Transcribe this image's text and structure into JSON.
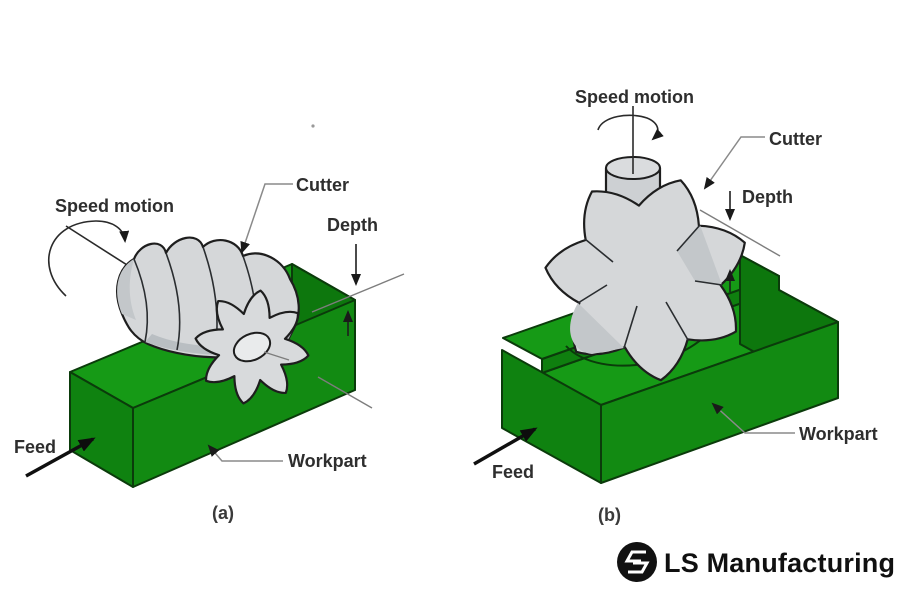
{
  "figure": {
    "panel_a": {
      "caption": "(a)",
      "labels": {
        "speed_motion": "Speed motion",
        "cutter": "Cutter",
        "depth": "Depth",
        "feed": "Feed",
        "workpart": "Workpart"
      }
    },
    "panel_b": {
      "caption": "(b)",
      "labels": {
        "speed_motion": "Speed motion",
        "cutter": "Cutter",
        "depth": "Depth",
        "feed": "Feed",
        "workpart": "Workpart"
      }
    },
    "colors": {
      "workpart_top": "#169a16",
      "workpart_front": "#128a12",
      "workpart_end": "#0d770d",
      "workpart_step": "#0f7f0f",
      "workpart_left_end": "#0f8210",
      "green_outline": "#0b3b0b",
      "cutter_fill": "#d5d7d9",
      "cutter_shade": "#c3c7ca",
      "cutter_dark_shade": "#b9bec2",
      "dark_outline": "#1e1e1e",
      "leader_gray": "#8a8a8a",
      "text": "#2e2e2e"
    }
  },
  "branding": {
    "logo_icon": "ls-monogram-icon",
    "logo_text": "LS Manufacturing"
  }
}
